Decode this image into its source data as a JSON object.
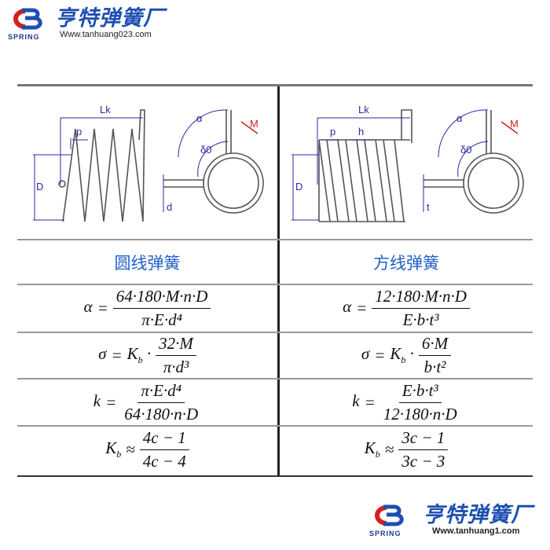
{
  "header_logo": {
    "brand_cn": "亨特弹簧厂",
    "brand_en": "SPRING",
    "url": "Www.tanhuang023.com"
  },
  "footer_logo": {
    "brand_cn": "亨特弹簧厂",
    "brand_en": "SPRING",
    "url": "Www.tanhuang1.com"
  },
  "colors": {
    "blue": "#1f5fc8",
    "red": "#d02020",
    "dim": "#2a2aa0"
  },
  "diagrams": {
    "round": {
      "lk": "Lk",
      "p": "p",
      "D": "D",
      "d": "d",
      "alpha": "α",
      "delta": "δ0",
      "M": "M"
    },
    "square": {
      "lk": "Lk",
      "p": "p",
      "h": "h",
      "D": "D",
      "t": "t",
      "alpha": "α",
      "delta": "δ0",
      "M": "M"
    }
  },
  "columns": [
    {
      "title": "圆线弹簧",
      "formulas": [
        {
          "lhs": "α",
          "lhs_sub": "",
          "op": "=",
          "pre": "",
          "pre_sub": "",
          "pre_op": "",
          "num": "64·180·M·n·D",
          "den": "π·E·d⁴"
        },
        {
          "lhs": "σ",
          "lhs_sub": "",
          "op": "=",
          "pre": "K",
          "pre_sub": "b",
          "pre_op": "·",
          "num": "32·M",
          "den": "π·d³"
        },
        {
          "lhs": "k",
          "lhs_sub": "",
          "op": "=",
          "pre": "",
          "pre_sub": "",
          "pre_op": "",
          "num": "π·E·d⁴",
          "den": "64·180·n·D"
        },
        {
          "lhs": "K",
          "lhs_sub": "b",
          "op": "≈",
          "pre": "",
          "pre_sub": "",
          "pre_op": "",
          "num": "4c − 1",
          "den": "4c − 4"
        }
      ]
    },
    {
      "title": "方线弹簧",
      "formulas": [
        {
          "lhs": "α",
          "lhs_sub": "",
          "op": "=",
          "pre": "",
          "pre_sub": "",
          "pre_op": "",
          "num": "12·180·M·n·D",
          "den": "E·b·t³"
        },
        {
          "lhs": "σ",
          "lhs_sub": "",
          "op": "=",
          "pre": "K",
          "pre_sub": "b",
          "pre_op": "·",
          "num": "6·M",
          "den": "b·t²"
        },
        {
          "lhs": "k",
          "lhs_sub": "",
          "op": "=",
          "pre": "",
          "pre_sub": "",
          "pre_op": "",
          "num": "E·b·t³",
          "den": "12·180·n·D"
        },
        {
          "lhs": "K",
          "lhs_sub": "b",
          "op": "≈",
          "pre": "",
          "pre_sub": "",
          "pre_op": "",
          "num": "3c − 1",
          "den": "3c − 3"
        }
      ]
    }
  ]
}
